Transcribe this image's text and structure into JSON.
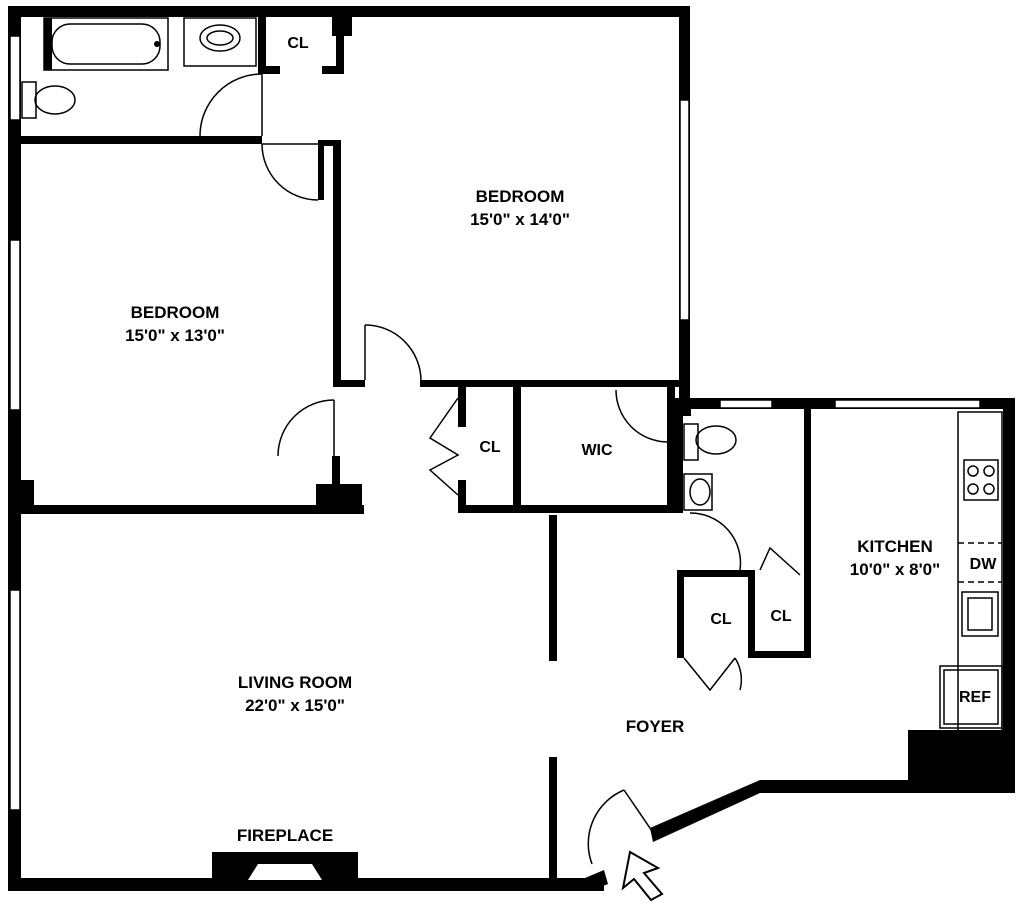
{
  "rooms": {
    "bedroom_upper": {
      "name": "BEDROOM",
      "size": "15'0\" x 14'0\""
    },
    "bedroom_left": {
      "name": "BEDROOM",
      "size": "15'0\" x 13'0\""
    },
    "living_room": {
      "name": "LIVING ROOM",
      "size": "22'0\" x 15'0\""
    },
    "kitchen": {
      "name": "KITCHEN",
      "size": "10'0\" x 8'0\""
    },
    "foyer": {
      "name": "FOYER"
    }
  },
  "closets": {
    "top": "CL",
    "hall": "CL",
    "wic": "WIC",
    "foyer_left": "CL",
    "foyer_right": "CL"
  },
  "fixtures": {
    "fireplace": "FIREPLACE",
    "dishwasher": "DW",
    "refrigerator": "REF"
  }
}
